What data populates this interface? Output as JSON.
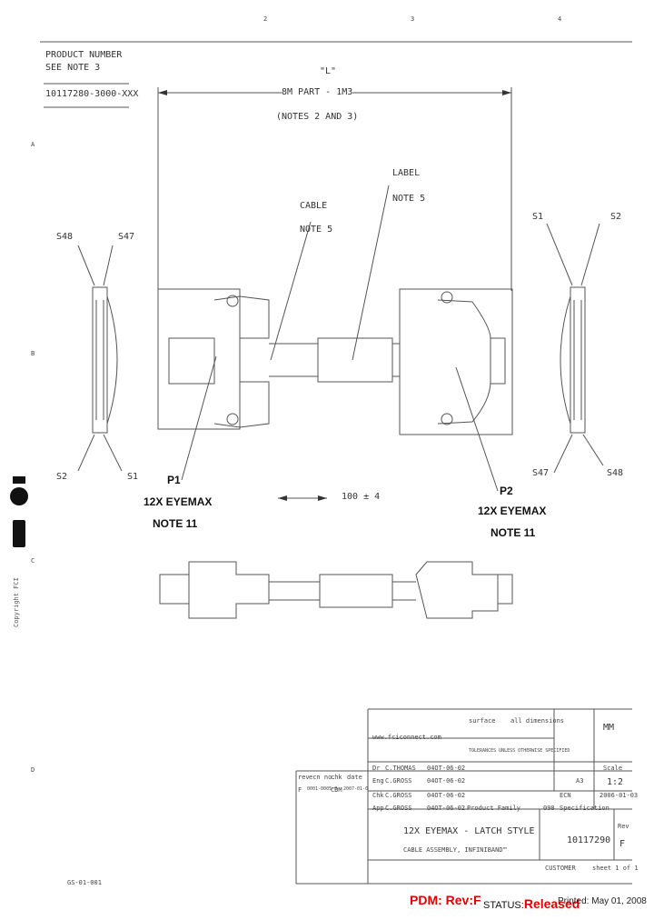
{
  "grid": {
    "cols": [
      "2",
      "3",
      "4"
    ],
    "rows": [
      "A",
      "B",
      "C",
      "D"
    ]
  },
  "product_number": {
    "line1": "PRODUCT NUMBER",
    "line2": "SEE NOTE 3",
    "part": "10117280-3000-XXX"
  },
  "length": {
    "label": "\"L\"",
    "line1": "8M PART - 1M3",
    "line2": "(NOTES 2 AND 3)"
  },
  "cable_note": {
    "line1": "CABLE",
    "line2": "NOTE 5"
  },
  "label_note": {
    "line1": "LABEL",
    "line2": "NOTE 5"
  },
  "pins": {
    "s48": "S48",
    "s47": "S47",
    "s1": "S1",
    "s2": "S2"
  },
  "p1": {
    "name": "P1",
    "type": "12X EYEMAX",
    "note": "NOTE 11"
  },
  "p2": {
    "name": "P2",
    "type": "12X EYEMAX",
    "note": "NOTE 11"
  },
  "dim_mid": "100 ± 4",
  "title_block": {
    "website": "www.fciconnect.com",
    "surface": "surface",
    "all_dims": "all dimensions",
    "tolerance": "TOLERANCES UNLESS OTHERWISE SPECIFIED",
    "units": "MM",
    "scale_label": "Scale",
    "scale": "1:2",
    "format": "A3",
    "rows": [
      {
        "role": "Dr",
        "name": "C.THOMAS",
        "date": "04OT-06-02"
      },
      {
        "role": "Eng",
        "name": "C.GROSS",
        "date": "04OT-06-02"
      },
      {
        "role": "Chk",
        "name": "C.GROSS",
        "date": "04OT-06-02"
      },
      {
        "role": "App",
        "name": "C.GROSS",
        "date": "04OT-06-02"
      }
    ],
    "product_family_label": "Product Family",
    "product_family": "098",
    "ecn_label": "ECN",
    "ecn_date": "2006-01-03",
    "spec_label": "Specification",
    "title_line1": "12X EYEMAX - LATCH STYLE",
    "title_line2": "CABLE ASSEMBLY, INFINIBAND™",
    "part_number": "10117290",
    "rev_label": "Rev",
    "rev": "F",
    "customer": "CUSTOMER",
    "sheet": "sheet 1 of 1",
    "rev_table": {
      "headers": [
        "rev",
        "ecn no.",
        "chk",
        "date"
      ],
      "row": [
        "F",
        "0001-0005-0",
        "CDM",
        "2007-01-0"
      ]
    }
  },
  "footer": {
    "pdm_prefix": "PDM: Rev:",
    "pdm_rev": "F",
    "status_prefix": "STATUS:",
    "status": "Released",
    "printed": "Printed: May 01, 2008",
    "copyright": "Copyright FCI",
    "docno": "GS-01-001"
  }
}
